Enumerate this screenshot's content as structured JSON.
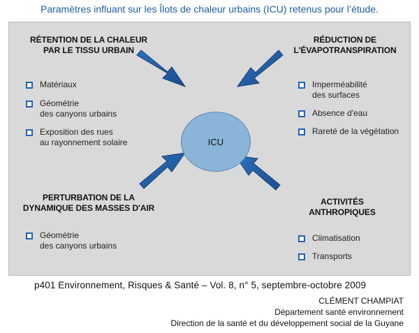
{
  "title": "Paramètres influant sur les Îlots de chaleur urbains (ICU) retenus pour l’étude.",
  "center": {
    "label": "ICU"
  },
  "colors": {
    "arrow": "#1f5fa8",
    "circle": "#8bb4d9",
    "panel": "#d9d9d9",
    "title": "#1c5c9c",
    "checkbox": "#1f63b5"
  },
  "quadrants": {
    "top_left": {
      "heading": "RÉTENTION DE LA CHALEUR\nPAR LE TISSU URBAIN",
      "items": [
        "Matériaux",
        "Géométrie\ndes canyons urbains",
        "Exposition des rues\nau rayonnement solaire"
      ]
    },
    "top_right": {
      "heading": "RÉDUCTION DE\nL'ÉVAPOTRANSPIRATION",
      "items": [
        "Imperméabilité\ndes surfaces",
        "Absence d'eau",
        "Rareté de la végétation"
      ]
    },
    "bottom_left": {
      "heading": "PERTURBATION DE LA\nDYNAMIQUE DES MASSES D'AIR",
      "items": [
        "Géométrie\ndes canyons urbains"
      ]
    },
    "bottom_right": {
      "heading": "ACTIVITÉS\nANTHROPIQUES",
      "items": [
        "Climatisation",
        "Transports"
      ]
    }
  },
  "footer": {
    "citation": "p401 Environnement, Risques & Santé – Vol. 8, n° 5, septembre-octobre 2009",
    "author": "CLÉMENT CHAMPIAT",
    "affiliation_1": "Département santé environnement",
    "affiliation_2": "Direction de la santé et du développement social de la Guyane"
  }
}
